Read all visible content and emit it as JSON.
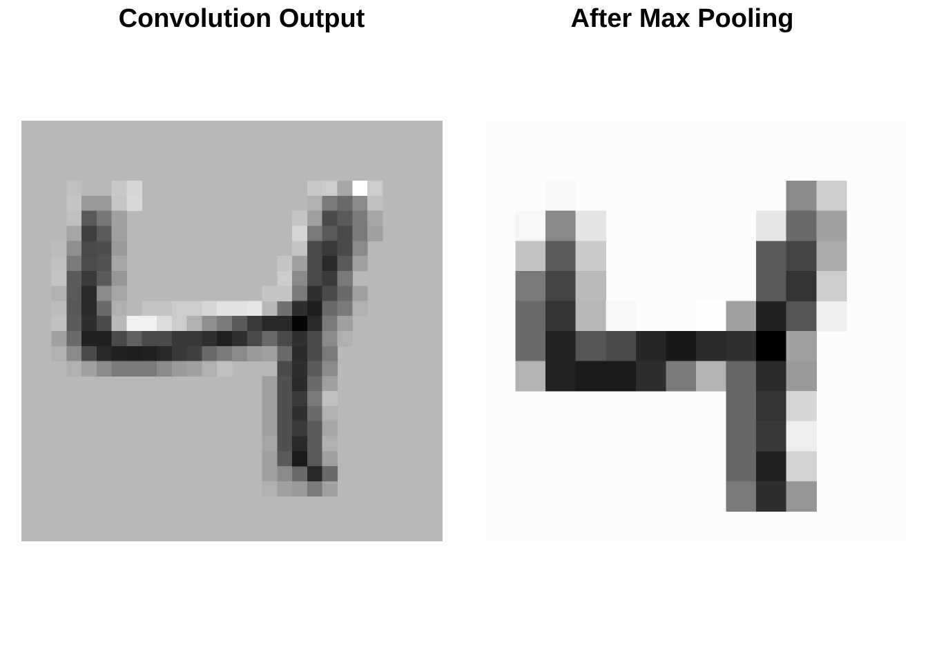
{
  "chart_data": [
    {
      "type": "heatmap",
      "title": "Convolution Output",
      "colormap": "gray",
      "background": "#b8b8b8",
      "rows": 28,
      "cols": 28,
      "cells": [
        [
          4,
          3,
          "#c0c0c0"
        ],
        [
          4,
          6,
          "#c8c8c8"
        ],
        [
          4,
          7,
          "#d6d6d6"
        ],
        [
          5,
          3,
          "#c4c4c4"
        ],
        [
          5,
          4,
          "#9a9a9a"
        ],
        [
          5,
          5,
          "#9a9a9a"
        ],
        [
          5,
          6,
          "#c6c6c6"
        ],
        [
          5,
          7,
          "#d8d8d8"
        ],
        [
          6,
          3,
          "#c0c0c0"
        ],
        [
          6,
          4,
          "#5a5a5a"
        ],
        [
          6,
          5,
          "#787878"
        ],
        [
          6,
          6,
          "#a0a0a0"
        ],
        [
          7,
          3,
          "#a6a6a6"
        ],
        [
          7,
          4,
          "#404040"
        ],
        [
          7,
          5,
          "#5c5c5c"
        ],
        [
          7,
          6,
          "#a0a0a0"
        ],
        [
          8,
          2,
          "#bcbcbc"
        ],
        [
          8,
          3,
          "#8e8e8e"
        ],
        [
          8,
          4,
          "#4a4a4a"
        ],
        [
          8,
          5,
          "#4e4e4e"
        ],
        [
          8,
          6,
          "#9a9a9a"
        ],
        [
          9,
          2,
          "#c0c0c0"
        ],
        [
          9,
          3,
          "#7a7a7a"
        ],
        [
          9,
          4,
          "#4c4c4c"
        ],
        [
          9,
          5,
          "#525252"
        ],
        [
          9,
          6,
          "#a6a6a6"
        ],
        [
          10,
          2,
          "#c4c4c4"
        ],
        [
          10,
          3,
          "#5a5a5a"
        ],
        [
          10,
          4,
          "#3a3a3a"
        ],
        [
          10,
          5,
          "#5a5a5a"
        ],
        [
          10,
          6,
          "#969696"
        ],
        [
          11,
          2,
          "#b0b0b0"
        ],
        [
          11,
          3,
          "#5a5a5a"
        ],
        [
          11,
          4,
          "#2a2a2a"
        ],
        [
          11,
          5,
          "#8a8a8a"
        ],
        [
          11,
          6,
          "#a6a6a6"
        ],
        [
          12,
          2,
          "#bcbcbc"
        ],
        [
          12,
          3,
          "#585858"
        ],
        [
          12,
          4,
          "#2a2a2a"
        ],
        [
          12,
          5,
          "#6a6a6a"
        ],
        [
          12,
          6,
          "#b0b0b0"
        ],
        [
          12,
          7,
          "#b8b8b8"
        ],
        [
          12,
          8,
          "#c4c4c4"
        ],
        [
          12,
          9,
          "#c4c4c4"
        ],
        [
          12,
          10,
          "#cccccc"
        ],
        [
          12,
          11,
          "#cccccc"
        ],
        [
          12,
          12,
          "#d6d6d6"
        ],
        [
          12,
          13,
          "#e2e2e2"
        ],
        [
          12,
          14,
          "#e2e2e2"
        ],
        [
          12,
          15,
          "#e6e6e6"
        ],
        [
          12,
          16,
          "#b8b8b8"
        ],
        [
          12,
          17,
          "#707070"
        ],
        [
          13,
          2,
          "#c0c0c0"
        ],
        [
          13,
          3,
          "#5a5a5a"
        ],
        [
          13,
          4,
          "#2e2e2e"
        ],
        [
          13,
          5,
          "#4a4a4a"
        ],
        [
          13,
          6,
          "#b8b8b8"
        ],
        [
          13,
          7,
          "#f0f0f0"
        ],
        [
          13,
          8,
          "#f0f0f0"
        ],
        [
          13,
          9,
          "#dcdcdc"
        ],
        [
          13,
          10,
          "#cccccc"
        ],
        [
          13,
          11,
          "#b0b0b0"
        ],
        [
          13,
          12,
          "#8e8e8e"
        ],
        [
          13,
          13,
          "#7a7a7a"
        ],
        [
          13,
          14,
          "#5a5a5a"
        ],
        [
          13,
          15,
          "#3a3a3a"
        ],
        [
          13,
          16,
          "#282828"
        ],
        [
          13,
          17,
          "#282828"
        ],
        [
          14,
          2,
          "#a0a0a0"
        ],
        [
          14,
          3,
          "#6a6a6a"
        ],
        [
          14,
          4,
          "#202020"
        ],
        [
          14,
          5,
          "#202020"
        ],
        [
          14,
          6,
          "#4a4a4a"
        ],
        [
          14,
          7,
          "#606060"
        ],
        [
          14,
          8,
          "#4a4a4a"
        ],
        [
          14,
          9,
          "#4a4a4a"
        ],
        [
          14,
          10,
          "#383838"
        ],
        [
          14,
          11,
          "#383838"
        ],
        [
          14,
          12,
          "#303030"
        ],
        [
          14,
          13,
          "#202020"
        ],
        [
          14,
          14,
          "#303030"
        ],
        [
          14,
          15,
          "#4a4a4a"
        ],
        [
          14,
          16,
          "#6a6a6a"
        ],
        [
          14,
          17,
          "#4a4a4a"
        ],
        [
          15,
          2,
          "#b0b0b0"
        ],
        [
          15,
          3,
          "#8a8a8a"
        ],
        [
          15,
          4,
          "#4a4a4a"
        ],
        [
          15,
          5,
          "#282828"
        ],
        [
          15,
          6,
          "#202020"
        ],
        [
          15,
          7,
          "#1e1e1e"
        ],
        [
          15,
          8,
          "#202020"
        ],
        [
          15,
          9,
          "#282828"
        ],
        [
          15,
          10,
          "#383838"
        ],
        [
          15,
          11,
          "#404040"
        ],
        [
          15,
          12,
          "#6a6a6a"
        ],
        [
          15,
          13,
          "#7a7a7a"
        ],
        [
          15,
          14,
          "#8a8a8a"
        ],
        [
          15,
          15,
          "#9a9a9a"
        ],
        [
          15,
          16,
          "#a0a0a0"
        ],
        [
          15,
          17,
          "#6a6a6a"
        ],
        [
          16,
          3,
          "#b0b0b0"
        ],
        [
          16,
          4,
          "#a0a0a0"
        ],
        [
          16,
          5,
          "#8a8a8a"
        ],
        [
          16,
          6,
          "#7a7a7a"
        ],
        [
          16,
          7,
          "#7a7a7a"
        ],
        [
          16,
          8,
          "#7a7a7a"
        ],
        [
          16,
          9,
          "#8a8a8a"
        ],
        [
          16,
          10,
          "#9a9a9a"
        ],
        [
          16,
          11,
          "#a0a0a0"
        ],
        [
          16,
          12,
          "#b0b0b0"
        ],
        [
          16,
          13,
          "#c0c0c0"
        ],
        [
          17,
          16,
          "#a0a0a0"
        ],
        [
          17,
          17,
          "#505050"
        ],
        [
          18,
          16,
          "#a0a0a0"
        ],
        [
          18,
          17,
          "#505050"
        ],
        [
          19,
          16,
          "#a0a0a0"
        ],
        [
          19,
          17,
          "#505050"
        ],
        [
          20,
          16,
          "#a0a0a0"
        ],
        [
          20,
          17,
          "#505050"
        ],
        [
          21,
          16,
          "#a6a6a6"
        ],
        [
          21,
          17,
          "#505050"
        ],
        [
          22,
          16,
          "#a0a0a0"
        ],
        [
          22,
          17,
          "#5a5a5a"
        ],
        [
          23,
          16,
          "#a0a0a0"
        ],
        [
          23,
          17,
          "#8a8a8a"
        ],
        [
          23,
          18,
          "#6a6a6a"
        ],
        [
          24,
          16,
          "#b0b0b0"
        ],
        [
          24,
          17,
          "#a0a0a0"
        ],
        [
          24,
          18,
          "#9a9a9a"
        ],
        [
          4,
          19,
          "#c8c8c8"
        ],
        [
          4,
          20,
          "#cccccc"
        ],
        [
          4,
          21,
          "#a6a6a6"
        ],
        [
          4,
          22,
          "#ffffff"
        ],
        [
          4,
          23,
          "#cccccc"
        ],
        [
          5,
          19,
          "#b0b0b0"
        ],
        [
          5,
          20,
          "#7a7a7a"
        ],
        [
          5,
          21,
          "#6a6a6a"
        ],
        [
          5,
          22,
          "#8a8a8a"
        ],
        [
          5,
          23,
          "#c0c0c0"
        ],
        [
          6,
          18,
          "#c4c4c4"
        ],
        [
          6,
          19,
          "#a0a0a0"
        ],
        [
          6,
          20,
          "#4a4a4a"
        ],
        [
          6,
          21,
          "#5a5a5a"
        ],
        [
          6,
          22,
          "#7a7a7a"
        ],
        [
          6,
          23,
          "#a6a6a6"
        ],
        [
          7,
          18,
          "#d6d6d6"
        ],
        [
          7,
          19,
          "#7a7a7a"
        ],
        [
          7,
          20,
          "#5a5a5a"
        ],
        [
          7,
          21,
          "#4a4a4a"
        ],
        [
          7,
          22,
          "#7a7a7a"
        ],
        [
          7,
          23,
          "#a0a0a0"
        ],
        [
          8,
          18,
          "#c4c4c4"
        ],
        [
          8,
          19,
          "#4a4a4a"
        ],
        [
          8,
          20,
          "#3a3a3a"
        ],
        [
          8,
          21,
          "#4a4a4a"
        ],
        [
          8,
          22,
          "#8a8a8a"
        ],
        [
          9,
          17,
          "#c4c4c4"
        ],
        [
          9,
          18,
          "#a0a0a0"
        ],
        [
          9,
          19,
          "#4a4a4a"
        ],
        [
          9,
          20,
          "#2a2a2a"
        ],
        [
          9,
          21,
          "#5a5a5a"
        ],
        [
          9,
          22,
          "#a0a0a0"
        ],
        [
          10,
          17,
          "#cccccc"
        ],
        [
          10,
          18,
          "#8a8a8a"
        ],
        [
          10,
          19,
          "#4a4a4a"
        ],
        [
          10,
          20,
          "#3a3a3a"
        ],
        [
          10,
          21,
          "#7a7a7a"
        ],
        [
          11,
          16,
          "#c4c4c4"
        ],
        [
          11,
          17,
          "#c4c4c4"
        ],
        [
          11,
          18,
          "#7a7a7a"
        ],
        [
          11,
          19,
          "#303030"
        ],
        [
          11,
          20,
          "#4a4a4a"
        ],
        [
          11,
          21,
          "#6a6a6a"
        ],
        [
          11,
          22,
          "#a0a0a0"
        ],
        [
          12,
          18,
          "#2e2e2e"
        ],
        [
          12,
          19,
          "#1e1e1e"
        ],
        [
          12,
          20,
          "#6a6a6a"
        ],
        [
          12,
          21,
          "#7a7a7a"
        ],
        [
          12,
          22,
          "#b0b0b0"
        ],
        [
          13,
          18,
          "#050505"
        ],
        [
          13,
          19,
          "#2a2a2a"
        ],
        [
          13,
          20,
          "#7a7a7a"
        ],
        [
          13,
          21,
          "#a0a0a0"
        ],
        [
          14,
          18,
          "#303030"
        ],
        [
          14,
          19,
          "#4a4a4a"
        ],
        [
          14,
          20,
          "#8a8a8a"
        ],
        [
          14,
          21,
          "#b0b0b0"
        ],
        [
          15,
          18,
          "#2a2a2a"
        ],
        [
          15,
          19,
          "#4a4a4a"
        ],
        [
          15,
          20,
          "#7a7a7a"
        ],
        [
          16,
          17,
          "#4a4a4a"
        ],
        [
          16,
          18,
          "#2e2e2e"
        ],
        [
          16,
          19,
          "#5a5a5a"
        ],
        [
          16,
          20,
          "#8a8a8a"
        ],
        [
          17,
          18,
          "#2a2a2a"
        ],
        [
          17,
          19,
          "#6a6a6a"
        ],
        [
          17,
          20,
          "#a0a0a0"
        ],
        [
          18,
          18,
          "#3a3a3a"
        ],
        [
          18,
          19,
          "#7a7a7a"
        ],
        [
          18,
          20,
          "#c0c0c0"
        ],
        [
          19,
          18,
          "#303030"
        ],
        [
          19,
          19,
          "#6a6a6a"
        ],
        [
          19,
          20,
          "#b0b0b0"
        ],
        [
          20,
          18,
          "#3a3a3a"
        ],
        [
          20,
          19,
          "#5a5a5a"
        ],
        [
          20,
          20,
          "#a6a6a6"
        ],
        [
          21,
          18,
          "#2a2a2a"
        ],
        [
          21,
          19,
          "#5a5a5a"
        ],
        [
          21,
          20,
          "#b0b0b0"
        ],
        [
          22,
          18,
          "#1a1a1a"
        ],
        [
          22,
          19,
          "#5a5a5a"
        ],
        [
          22,
          20,
          "#a0a0a0"
        ],
        [
          23,
          19,
          "#282828"
        ],
        [
          23,
          20,
          "#6a6a6a"
        ],
        [
          24,
          19,
          "#7a7a7a"
        ],
        [
          24,
          20,
          "#a0a0a0"
        ]
      ]
    },
    {
      "type": "heatmap",
      "title": "After Max Pooling",
      "colormap": "gray",
      "background": "#fcfcfc",
      "rows": 14,
      "cols": 14,
      "cells": [
        [
          2,
          2,
          "#f8f8f8"
        ],
        [
          3,
          1,
          "#f6f6f6"
        ],
        [
          3,
          2,
          "#888888"
        ],
        [
          3,
          3,
          "#e4e4e4"
        ],
        [
          4,
          1,
          "#c2c2c2"
        ],
        [
          4,
          2,
          "#5c5c5c"
        ],
        [
          4,
          3,
          "#cacaca"
        ],
        [
          5,
          1,
          "#7a7a7a"
        ],
        [
          5,
          2,
          "#444444"
        ],
        [
          5,
          3,
          "#bababa"
        ],
        [
          6,
          1,
          "#6a6a6a"
        ],
        [
          6,
          2,
          "#333333"
        ],
        [
          6,
          3,
          "#b8b8b8"
        ],
        [
          6,
          4,
          "#f6f6f6"
        ],
        [
          6,
          7,
          "#fefefe"
        ],
        [
          6,
          8,
          "#a0a0a0"
        ],
        [
          6,
          9,
          "#202020"
        ],
        [
          6,
          10,
          "#555555"
        ],
        [
          6,
          11,
          "#eeeeee"
        ],
        [
          7,
          1,
          "#6a6a6a"
        ],
        [
          7,
          2,
          "#222222"
        ],
        [
          7,
          3,
          "#555555"
        ],
        [
          7,
          4,
          "#4a4a4a"
        ],
        [
          7,
          5,
          "#262626"
        ],
        [
          7,
          6,
          "#181818"
        ],
        [
          7,
          7,
          "#2a2a2a"
        ],
        [
          7,
          8,
          "#303030"
        ],
        [
          7,
          9,
          "#000000"
        ],
        [
          7,
          10,
          "#a0a0a0"
        ],
        [
          8,
          1,
          "#b2b2b2"
        ],
        [
          8,
          2,
          "#222222"
        ],
        [
          8,
          3,
          "#1a1a1a"
        ],
        [
          8,
          4,
          "#1a1a1a"
        ],
        [
          8,
          5,
          "#2e2e2e"
        ],
        [
          8,
          6,
          "#7a7a7a"
        ],
        [
          8,
          7,
          "#b2b2b2"
        ],
        [
          8,
          8,
          "#666666"
        ],
        [
          8,
          9,
          "#2a2a2a"
        ],
        [
          8,
          10,
          "#999999"
        ],
        [
          9,
          8,
          "#666666"
        ],
        [
          9,
          9,
          "#333333"
        ],
        [
          9,
          10,
          "#d6d6d6"
        ],
        [
          10,
          8,
          "#666666"
        ],
        [
          10,
          9,
          "#383838"
        ],
        [
          10,
          10,
          "#eeeeee"
        ],
        [
          11,
          8,
          "#666666"
        ],
        [
          11,
          9,
          "#202020"
        ],
        [
          11,
          10,
          "#d2d2d2"
        ],
        [
          12,
          8,
          "#7a7a7a"
        ],
        [
          12,
          9,
          "#2e2e2e"
        ],
        [
          12,
          10,
          "#969696"
        ],
        [
          2,
          10,
          "#8a8a8a"
        ],
        [
          2,
          11,
          "#cccccc"
        ],
        [
          3,
          9,
          "#e6e6e6"
        ],
        [
          3,
          10,
          "#6a6a6a"
        ],
        [
          3,
          11,
          "#a0a0a0"
        ],
        [
          4,
          9,
          "#5a5a5a"
        ],
        [
          4,
          10,
          "#444444"
        ],
        [
          4,
          11,
          "#aaaaaa"
        ],
        [
          5,
          9,
          "#5a5a5a"
        ],
        [
          5,
          10,
          "#333333"
        ],
        [
          5,
          11,
          "#cccccc"
        ]
      ]
    }
  ]
}
